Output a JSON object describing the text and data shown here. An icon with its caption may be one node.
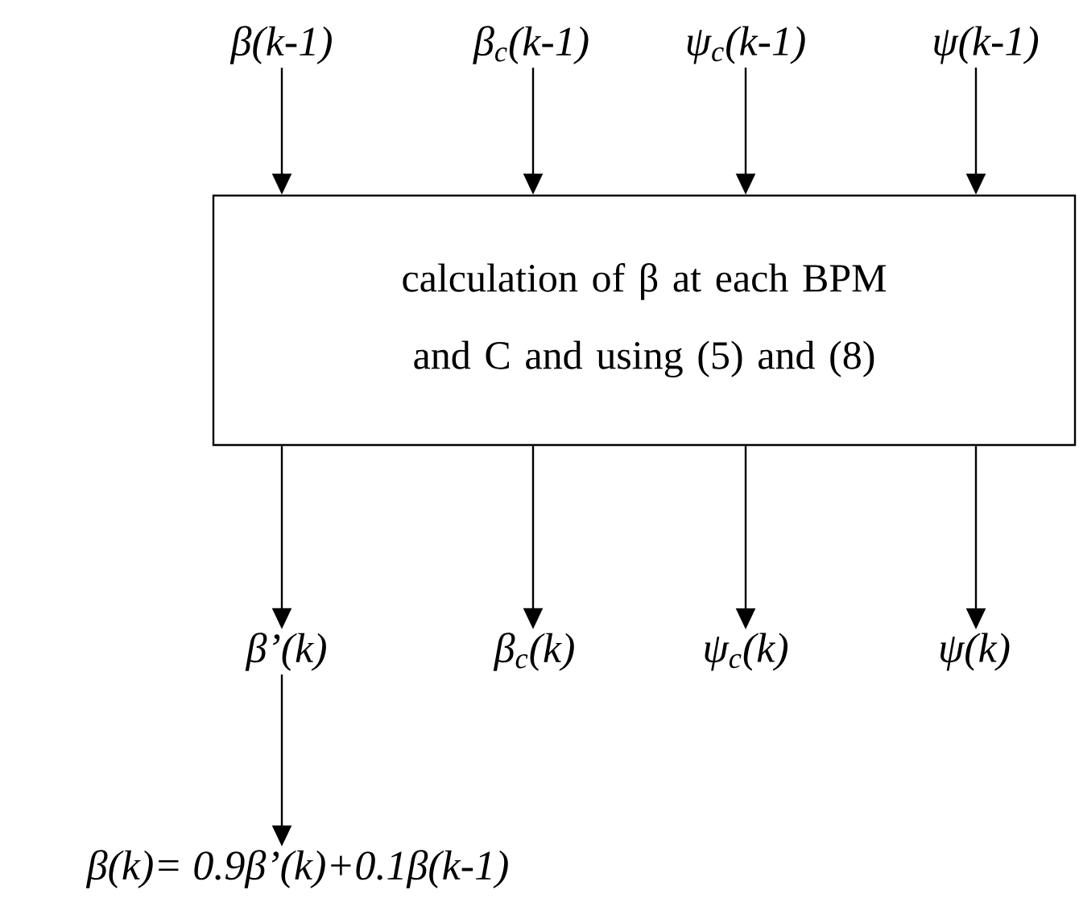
{
  "diagram": {
    "nodes": [
      {
        "text": [
          "β(k-1)"
        ]
      },
      {
        "text": [
          "β$_{c}$(k-1)"
        ]
      },
      {
        "text": [
          "ψ$_{c}$(k-1)"
        ]
      },
      {
        "text": [
          "ψ(k-1)"
        ]
      },
      {
        "text": [
          "calculation of β at each BPM and C and using (5) and (8)"
        ]
      },
      {
        "text": [
          "β’(k)"
        ]
      },
      {
        "text": [
          "β$_{c}$(k)"
        ]
      },
      {
        "text": [
          "ψ$_{c}$(k)"
        ]
      },
      {
        "text": [
          "ψ(k)"
        ]
      },
      {
        "text": [
          "β(k)= 0.9β’(k)+0.1β(k-1)"
        ]
      }
    ],
    "edges": [
      {
        "from": 0,
        "to": 4,
        "arrow": "to"
      },
      {
        "from": 1,
        "to": 4,
        "arrow": "to"
      },
      {
        "from": 2,
        "to": 4,
        "arrow": "to"
      },
      {
        "from": 3,
        "to": 4,
        "arrow": "to"
      },
      {
        "from": 4,
        "to": 5,
        "arrow": "to"
      },
      {
        "from": 4,
        "to": 6,
        "arrow": "to"
      },
      {
        "from": 4,
        "to": 7,
        "arrow": "to"
      },
      {
        "from": 4,
        "to": 8,
        "arrow": "to"
      },
      {
        "from": 5,
        "to": 9,
        "arrow": "to"
      }
    ]
  }
}
